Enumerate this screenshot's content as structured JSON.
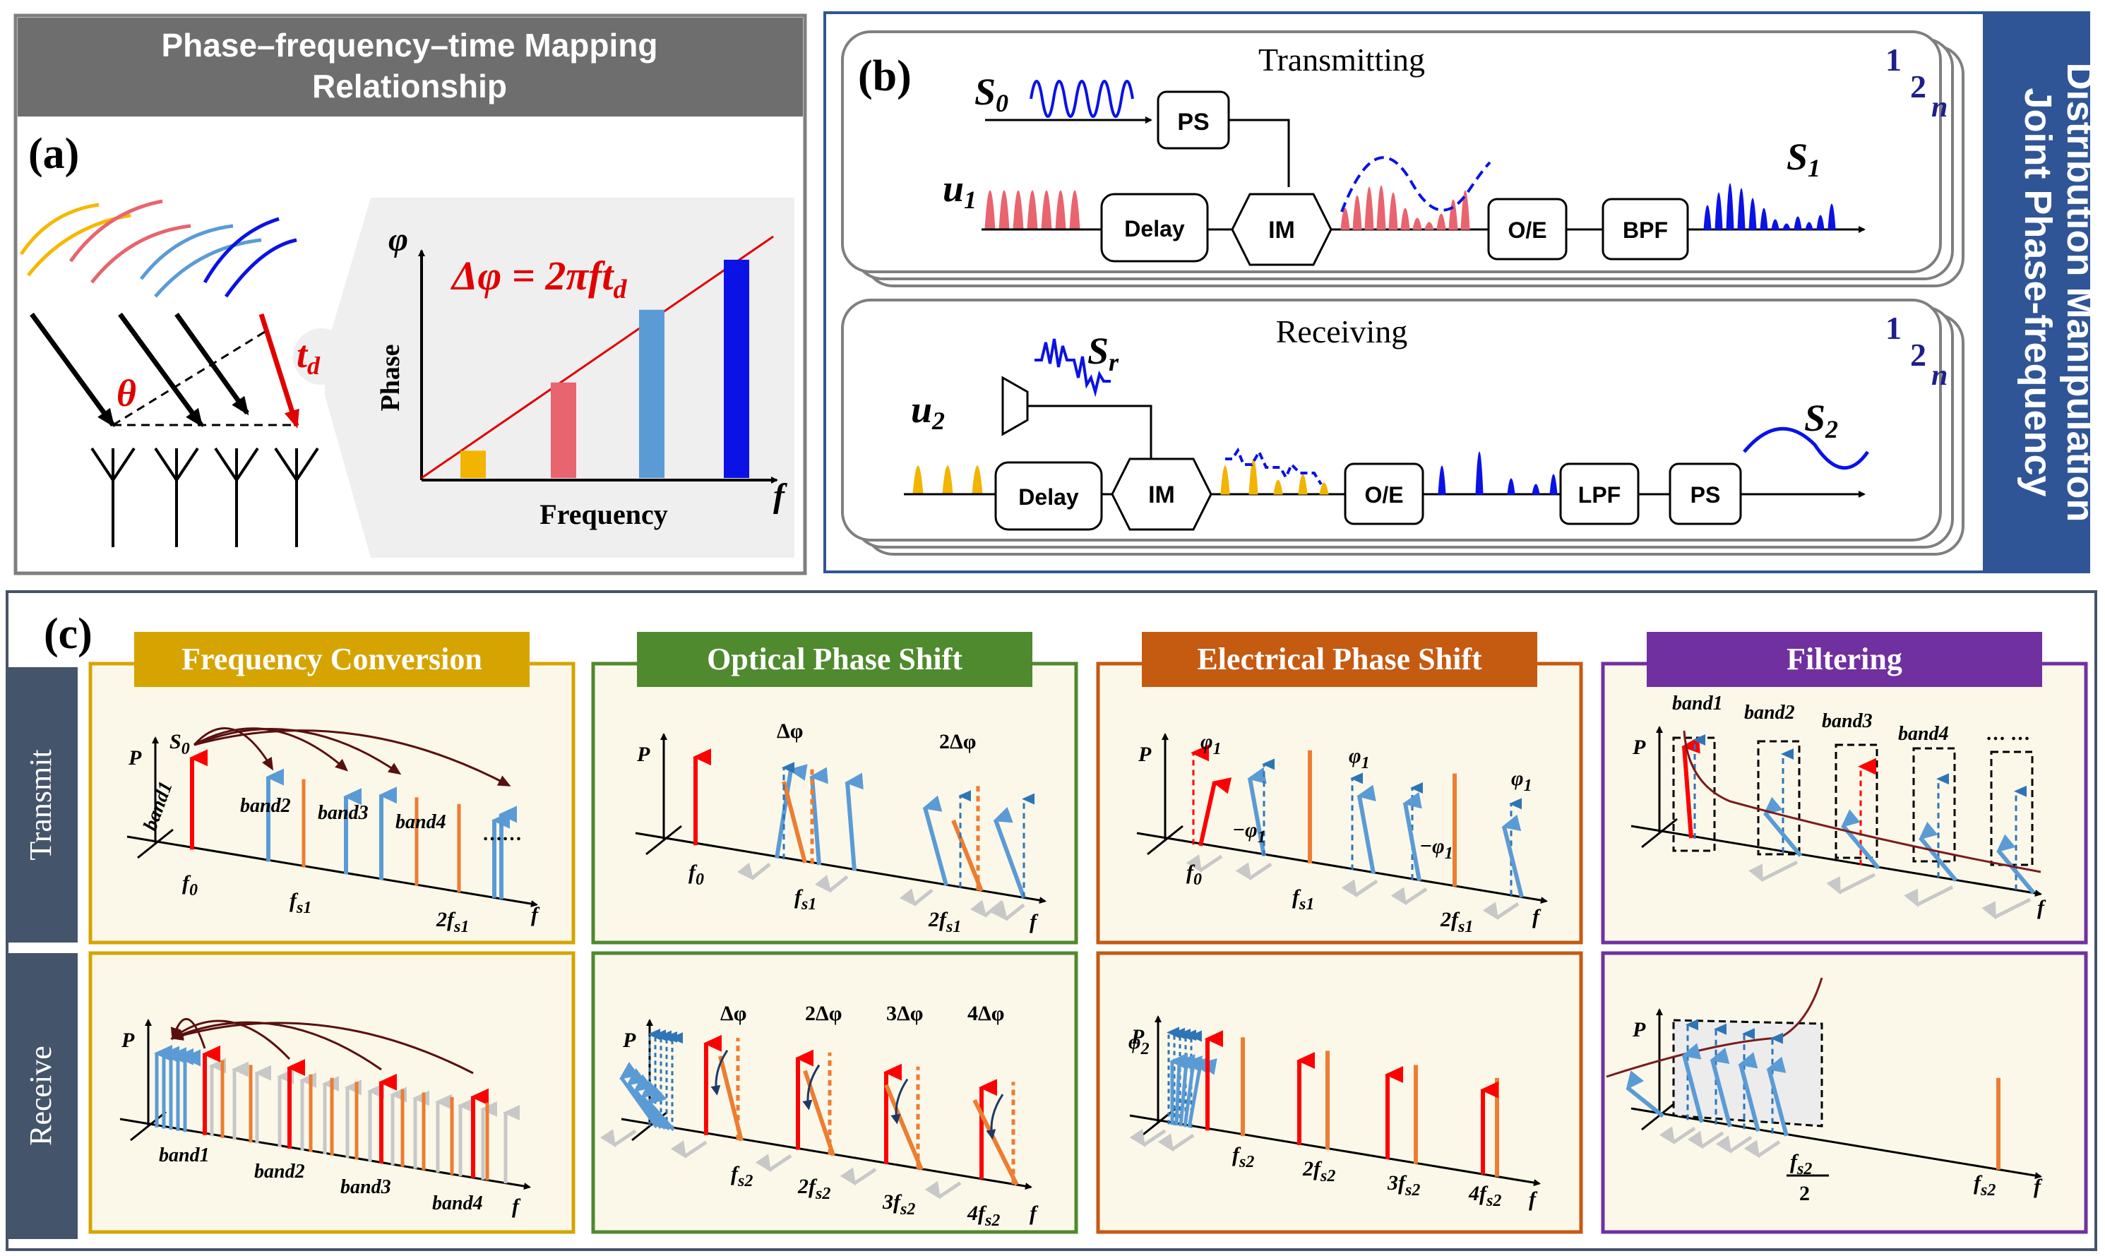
{
  "panel_a": {
    "header_line1": "Phase–frequency–time Mapping",
    "header_line2": "Relationship",
    "label": "(a)",
    "theta": "θ",
    "td": "t",
    "td_sub": "d",
    "phi_axis": "φ",
    "f_axis": "f",
    "equation": "Δφ = 2πft",
    "equation_sub": "d",
    "ylabel": "Phase",
    "xlabel": "Frequency",
    "bar_colors": [
      "#f2b400",
      "#e8646e",
      "#5b9bd5",
      "#0a12e6"
    ],
    "bar_values": [
      0.12,
      0.42,
      0.74,
      0.96
    ]
  },
  "panel_b": {
    "label": "(b)",
    "side_title_line1": "Joint Phase-frequency",
    "side_title_line2": "Distribution Manipulation",
    "transmitting": {
      "title": "Transmitting",
      "s0": "S",
      "s0_sub": "0",
      "u1": "u",
      "u1_sub": "1",
      "s1": "S",
      "s1_sub": "1",
      "blocks": [
        "PS",
        "Delay",
        "IM",
        "O/E",
        "BPF"
      ],
      "stack_labels": [
        "1",
        "2",
        "n"
      ]
    },
    "receiving": {
      "title": "Receiving",
      "sr": "S",
      "sr_sub": "r",
      "u2": "u",
      "u2_sub": "2",
      "s2": "S",
      "s2_sub": "2",
      "blocks": [
        "Delay",
        "IM",
        "O/E",
        "LPF",
        "PS"
      ],
      "stack_labels": [
        "1",
        "2",
        "n"
      ]
    }
  },
  "panel_c": {
    "label": "(c)",
    "row_labels": [
      "Transmit",
      "Receive"
    ],
    "columns": [
      {
        "title": "Frequency Conversion",
        "color": "#d6a400",
        "text_color": "#ffffff"
      },
      {
        "title": "Optical Phase Shift",
        "color": "#4f8a2e",
        "text_color": "#ffffff"
      },
      {
        "title": "Electrical Phase Shift",
        "color": "#c55a11",
        "text_color": "#ffffff"
      },
      {
        "title": "Filtering",
        "color": "#7030a0",
        "text_color": "#ffffff"
      }
    ],
    "P": "P",
    "f": "f",
    "fc_tx": {
      "s0": "S0",
      "bands": [
        "band1",
        "band2",
        "band3",
        "band4",
        "……"
      ],
      "f0": "f0",
      "fs1": "fs1",
      "2fs1": "2fs1"
    },
    "fc_rx": {
      "bands": [
        "band1",
        "band2",
        "band3",
        "band4"
      ]
    },
    "op_tx": {
      "dphi": "Δφ",
      "2dphi": "2Δφ",
      "f0": "f0",
      "fs1": "fs1",
      "2fs1": "2fs1"
    },
    "op_rx": {
      "labels": [
        "Δφ",
        "2Δφ",
        "3Δφ",
        "4Δφ"
      ],
      "ticks": [
        "fs2",
        "2fs2",
        "3fs2",
        "4fs2"
      ]
    },
    "ep_tx": {
      "phi1": "φ1",
      "mphi1": "−φ1",
      "f0": "f0",
      "fs1": "fs1",
      "2fs1": "2fs1"
    },
    "ep_rx": {
      "phi2": "φ2",
      "ticks": [
        "fs2",
        "2fs2",
        "3fs2",
        "4fs2"
      ]
    },
    "fi_tx": {
      "bands": [
        "band1",
        "band2",
        "band3",
        "band4",
        "… …"
      ]
    },
    "fi_rx": {
      "half": "fs2",
      "half_den": "2",
      "fs2": "fs2"
    }
  }
}
